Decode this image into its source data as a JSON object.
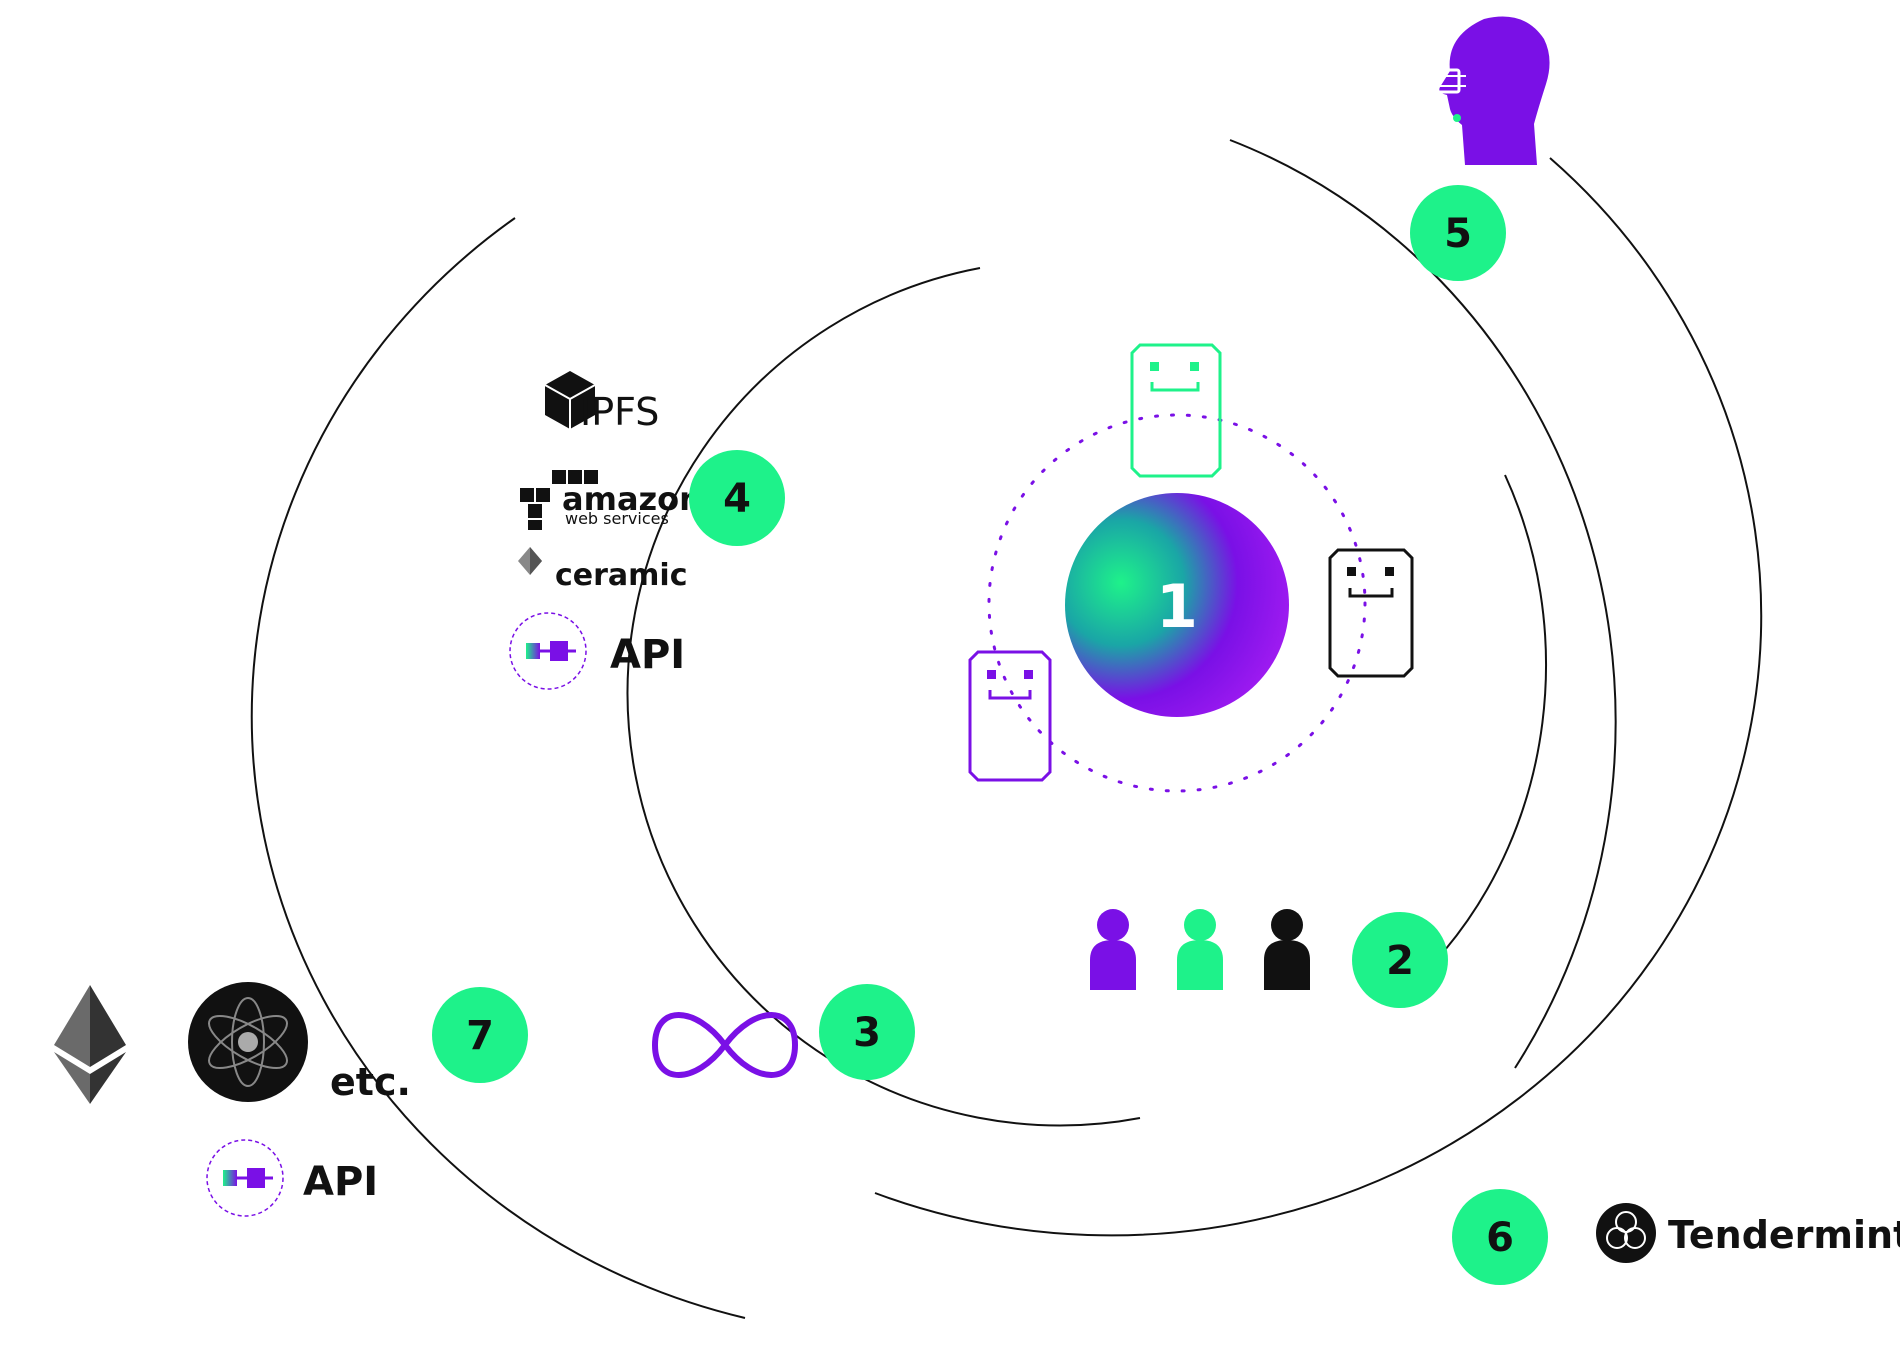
{
  "center": {
    "label": "1"
  },
  "badges": [
    {
      "id": "badge-2",
      "label": "2"
    },
    {
      "id": "badge-3",
      "label": "3"
    },
    {
      "id": "badge-4",
      "label": "4"
    },
    {
      "id": "badge-5",
      "label": "5"
    },
    {
      "id": "badge-6",
      "label": "6"
    },
    {
      "id": "badge-7",
      "label": "7"
    }
  ],
  "storage": {
    "ipfs": "IPFS",
    "amazon_line1": "amazon",
    "amazon_line2": "web services",
    "ceramic": "ceramic",
    "api": "API"
  },
  "chains": {
    "etc": "etc.",
    "api": "API"
  },
  "consensus": {
    "tendermint": "Tendermint"
  },
  "icons": [
    "ethereum-icon",
    "cosmos-atom-icon",
    "api-plug-icon",
    "infinity-icon",
    "ai-head-icon",
    "tendermint-icon",
    "ipfs-icon",
    "aws-icon",
    "ceramic-icon",
    "user-icon",
    "robot-icon"
  ],
  "colors": {
    "green": "#1ef28a",
    "purple": "#7a10e6",
    "black": "#111111"
  }
}
